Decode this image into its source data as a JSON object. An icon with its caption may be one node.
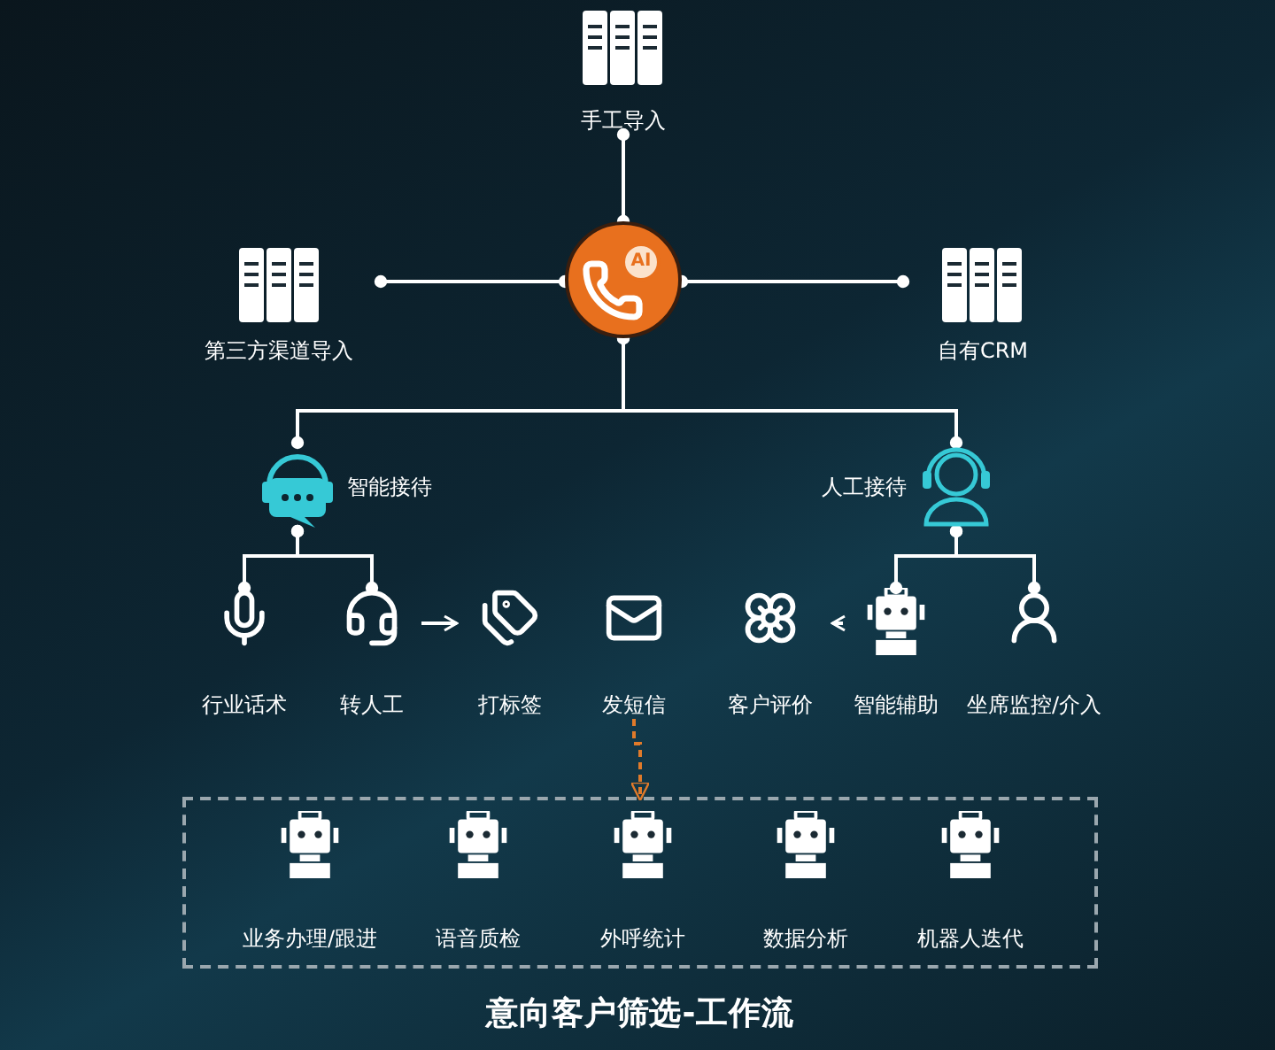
{
  "diagram": {
    "nodes": [
      {
        "text": [
          "手工导入"
        ]
      },
      {
        "text": [
          "AI"
        ]
      },
      {
        "text": [
          "第三方渠道导入"
        ]
      },
      {
        "text": [
          "自有CRM"
        ]
      },
      {
        "text": [
          "智能接待"
        ]
      },
      {
        "text": [
          "人工接待"
        ]
      },
      {
        "text": [
          "行业话术"
        ]
      },
      {
        "text": [
          "转人工"
        ]
      },
      {
        "text": [
          "打标签"
        ]
      },
      {
        "text": [
          "发短信"
        ]
      },
      {
        "text": [
          "客户评价"
        ]
      },
      {
        "text": [
          "智能辅助"
        ]
      },
      {
        "text": [
          "坐席监控/介入"
        ]
      },
      {
        "text": [
          "意向客户筛选-工作流"
        ]
      },
      {
        "text": [
          "业务办理/跟进"
        ],
        "in": 13
      },
      {
        "text": [
          "语音质检"
        ],
        "in": 13
      },
      {
        "text": [
          "外呼统计"
        ],
        "in": 13
      },
      {
        "text": [
          "数据分析"
        ],
        "in": 13
      },
      {
        "text": [
          "机器人迭代"
        ],
        "in": 13
      }
    ],
    "edges": [
      {
        "from": 0,
        "to": 1,
        "arrow": "other"
      },
      {
        "from": 2,
        "to": 1,
        "arrow": "other"
      },
      {
        "from": 3,
        "to": 1,
        "arrow": "other"
      },
      {
        "from": 1,
        "to": 4,
        "arrow": "other"
      },
      {
        "from": 1,
        "to": 5,
        "arrow": "other"
      },
      {
        "from": 4,
        "to": 6,
        "arrow": "other"
      },
      {
        "from": 4,
        "to": 7,
        "arrow": "other"
      },
      {
        "from": 5,
        "to": 11,
        "arrow": "other"
      },
      {
        "from": 5,
        "to": 12,
        "arrow": "other"
      },
      {
        "from": 7,
        "to": 8,
        "arrow": "to"
      },
      {
        "from": 11,
        "to": 10,
        "arrow": "to"
      },
      {
        "from": 9,
        "to": 13,
        "arrow": "to",
        "style": "dashed",
        "color": "#e07a2a"
      }
    ]
  }
}
